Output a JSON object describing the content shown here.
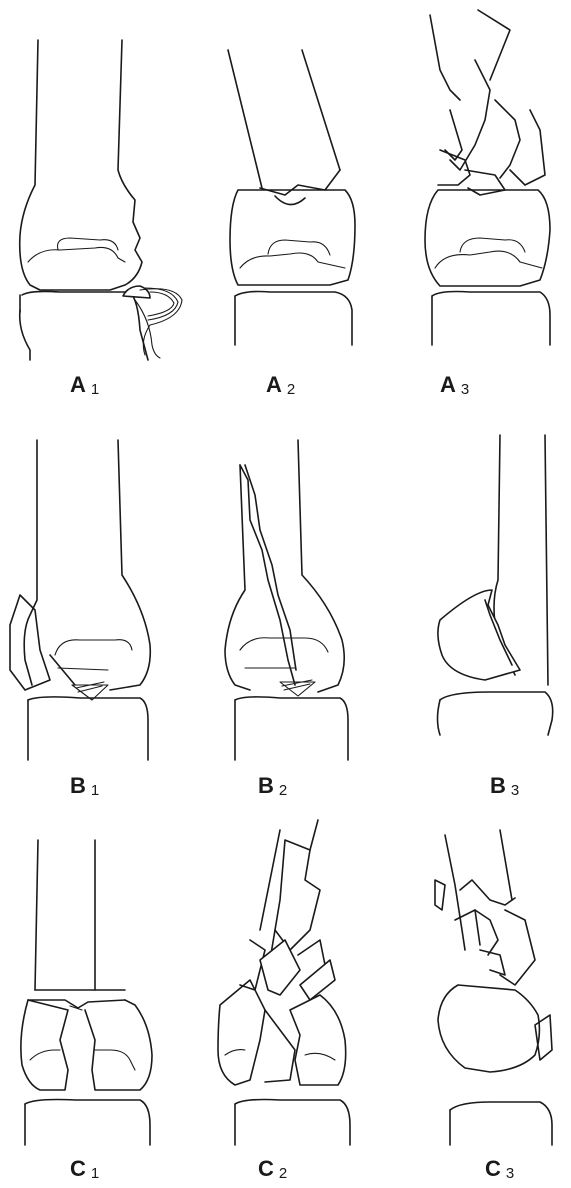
{
  "panels": [
    {
      "id": "A1",
      "letter": "A",
      "index": "1"
    },
    {
      "id": "A2",
      "letter": "A",
      "index": "2"
    },
    {
      "id": "A3",
      "letter": "A",
      "index": "3"
    },
    {
      "id": "B1",
      "letter": "B",
      "index": "1"
    },
    {
      "id": "B2",
      "letter": "B",
      "index": "2"
    },
    {
      "id": "B3",
      "letter": "B",
      "index": "3"
    },
    {
      "id": "C1",
      "letter": "C",
      "index": "1"
    },
    {
      "id": "C2",
      "letter": "C",
      "index": "2"
    },
    {
      "id": "C3",
      "letter": "C",
      "index": "3"
    }
  ]
}
